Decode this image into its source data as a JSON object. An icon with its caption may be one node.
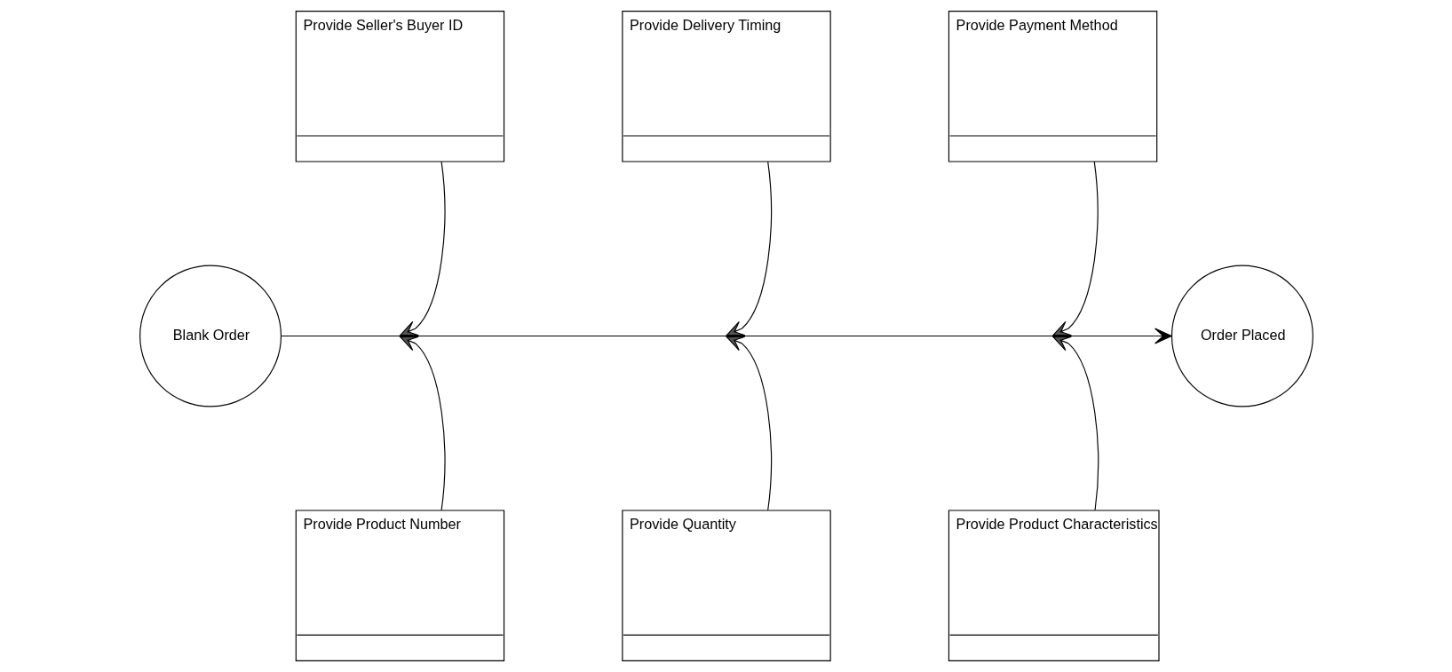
{
  "diagram": {
    "nodes": [
      {
        "text": [
          "Provide Seller's Buyer ID"
        ]
      },
      {
        "text": [
          "Provide Delivery Timing"
        ]
      },
      {
        "text": [
          "Provide Payment Method"
        ]
      },
      {
        "text": [
          "Blank Order"
        ]
      },
      {
        "text": [
          "Order Placed"
        ]
      },
      {
        "text": [
          "Provide Product Number"
        ]
      },
      {
        "text": [
          "Provide Quantity"
        ]
      },
      {
        "text": [
          "Provide Product Characteristics"
        ]
      }
    ],
    "edges": [
      {
        "from": 3,
        "to": 4,
        "arrow": "to"
      },
      {
        "from": 0,
        "to": null,
        "arrow": "to"
      },
      {
        "from": 5,
        "to": null,
        "arrow": "to"
      },
      {
        "from": 1,
        "to": null,
        "arrow": "to"
      },
      {
        "from": 6,
        "to": null,
        "arrow": "to"
      },
      {
        "from": 2,
        "to": null,
        "arrow": "to"
      },
      {
        "from": 7,
        "to": null,
        "arrow": "to"
      }
    ]
  }
}
